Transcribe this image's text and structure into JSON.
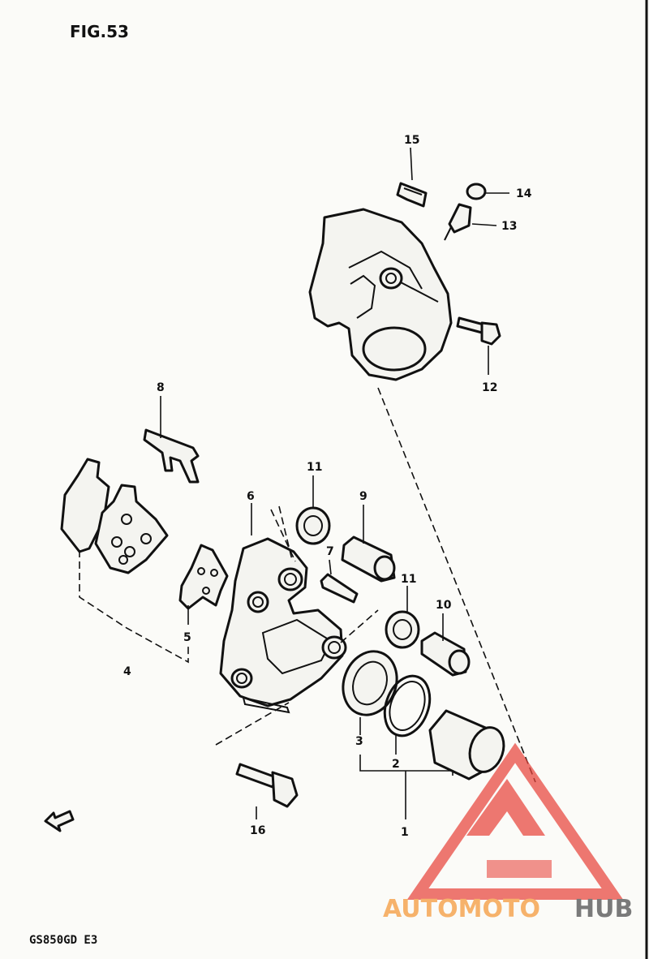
{
  "figure": {
    "title": "FIG.53",
    "model_code": "GS850GD E3"
  },
  "callouts": [
    "15",
    "14",
    "13",
    "12",
    "8",
    "11",
    "9",
    "6",
    "7",
    "11",
    "10",
    "5",
    "4",
    "3",
    "2",
    "16",
    "1"
  ],
  "watermark": {
    "part1": "AUTOMOTO",
    "part2": "HUB"
  },
  "colors": {
    "ink": "#111111",
    "paper": "#fbfbf8",
    "watermark_red": "#e8453c",
    "watermark_orange": "#f6b26b",
    "watermark_gray": "#7a7a7a"
  }
}
